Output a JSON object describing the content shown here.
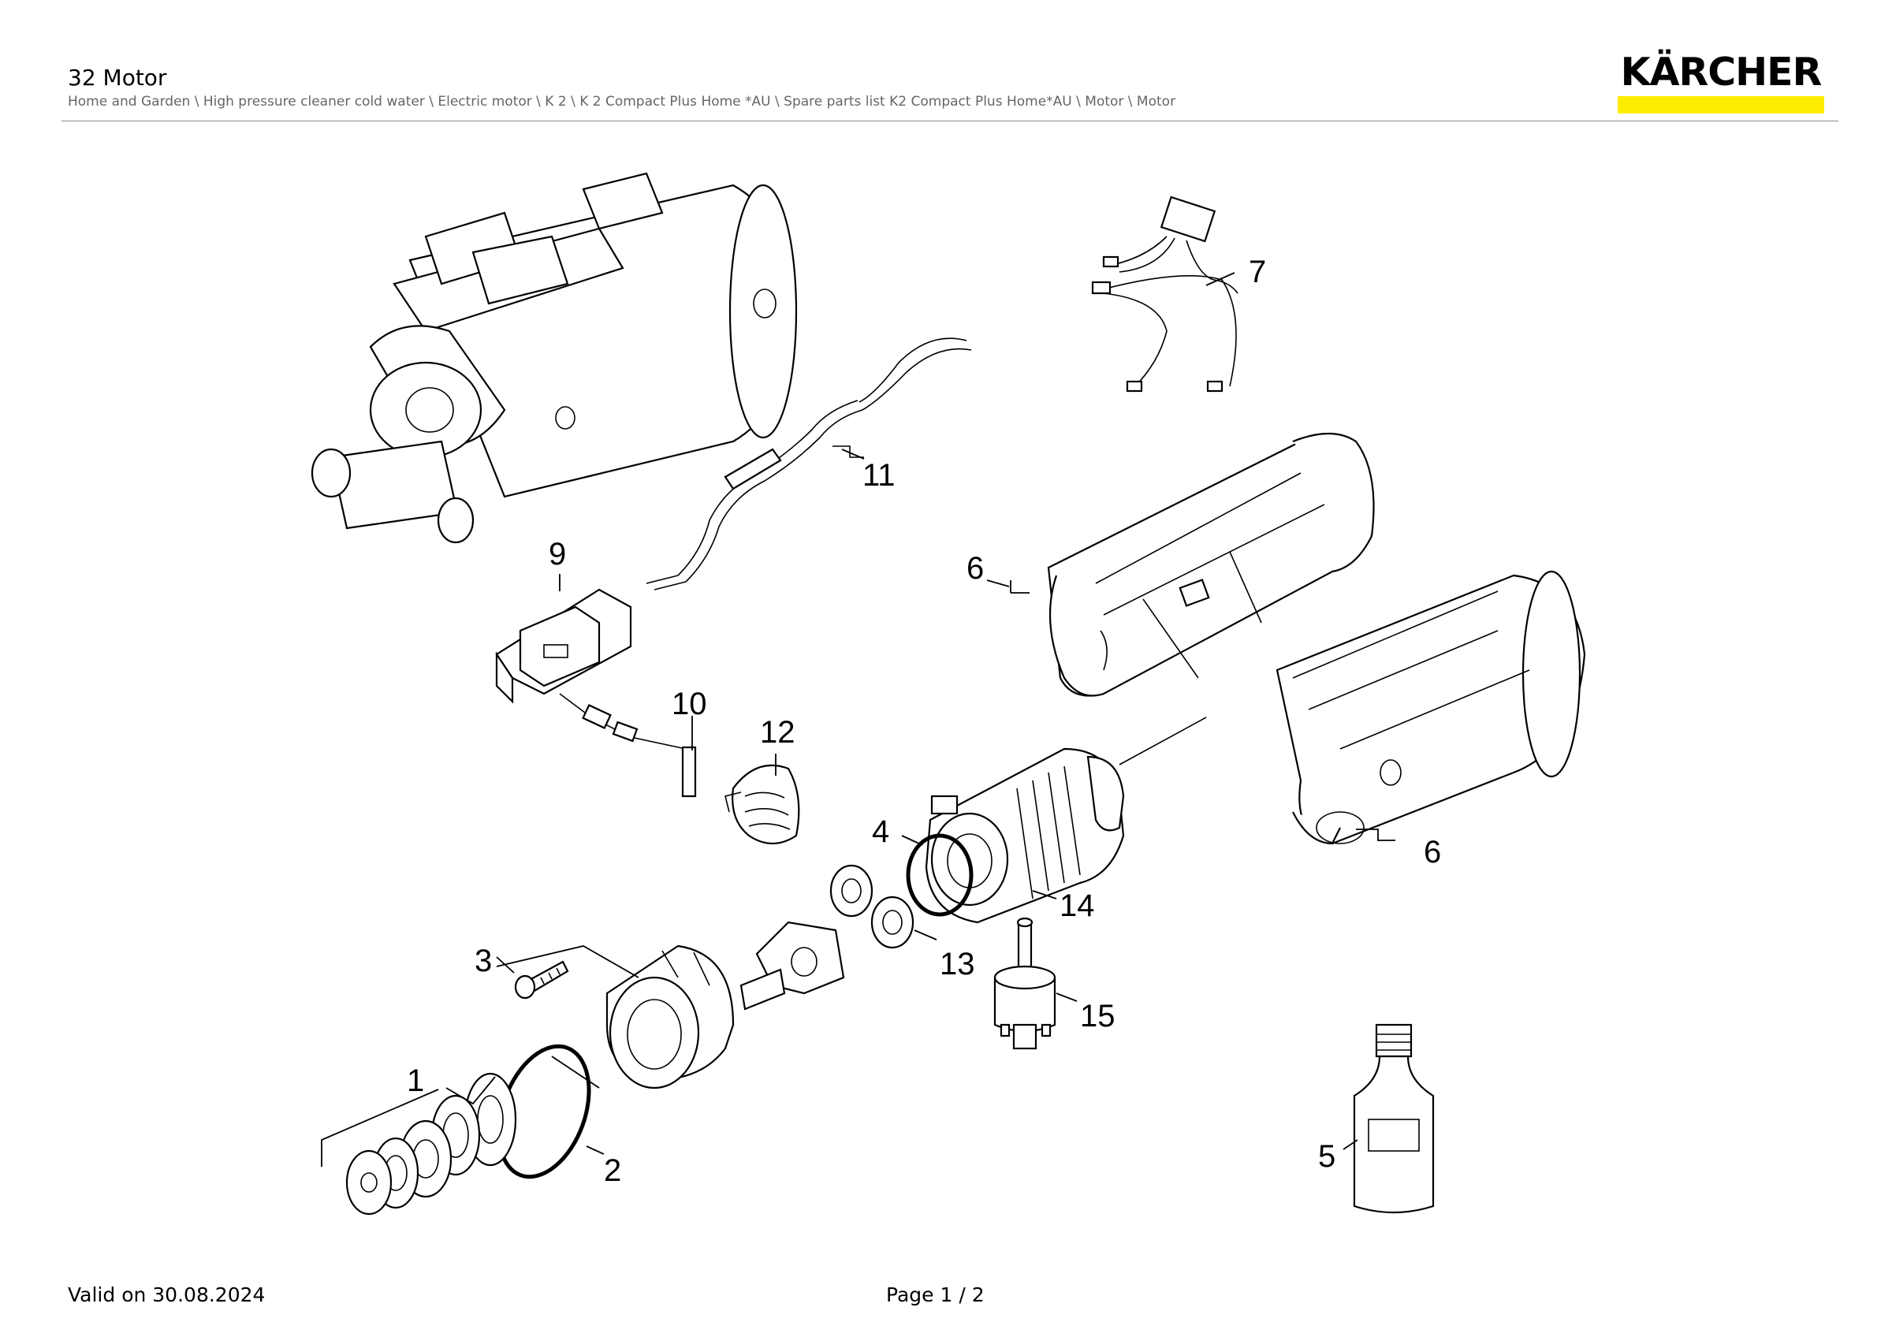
{
  "header": {
    "title": "32 Motor",
    "breadcrumb": "Home and Garden \\ High pressure cleaner cold water \\ Electric motor \\ K 2 \\ K 2 Compact Plus Home *AU \\ Spare parts list K2 Compact Plus Home*AU \\ Motor \\ Motor",
    "logo_text": "KÄRCHER",
    "brand_yellow": "#ffed00"
  },
  "callouts": {
    "c1": "1",
    "c2": "2",
    "c3": "3",
    "c4": "4",
    "c5": "5",
    "c6a": "6",
    "c6b": "6",
    "c7": "7",
    "c9": "9",
    "c10": "10",
    "c11": "11",
    "c12": "12",
    "c13": "13",
    "c14": "14",
    "c15": "15"
  },
  "footer": {
    "valid": "Valid on 30.08.2024",
    "page": "Page 1 / 2"
  }
}
